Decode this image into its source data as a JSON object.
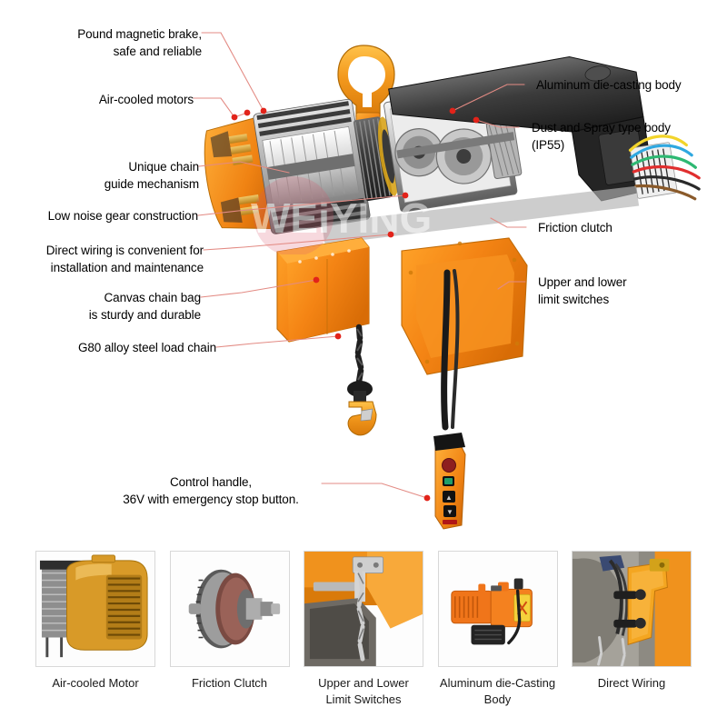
{
  "page": {
    "title": "Electric Chain Hoist Feature Diagram",
    "background_color": "#ffffff",
    "leader_line_color": "#e38b84",
    "dot_color": "#e2231a",
    "accent_orange": "#f0921d",
    "accent_yellow": "#f5b014",
    "body_orange": "#f07c12"
  },
  "watermark": {
    "text": "WEiYING",
    "text_color": "#ffffff",
    "circle_color": "#d94a5c"
  },
  "callouts": {
    "left": [
      {
        "id": "pound-magnetic-brake",
        "text": "Pound magnetic brake,\nsafe and reliable"
      },
      {
        "id": "air-cooled-motors",
        "text": "Air-cooled motors"
      },
      {
        "id": "unique-chain-guide",
        "text": "Unique chain\nguide mechanism"
      },
      {
        "id": "low-noise-gear",
        "text": "Low noise gear construction"
      },
      {
        "id": "direct-wiring",
        "text": "Direct wiring is convenient for\ninstallation and maintenance"
      },
      {
        "id": "canvas-chain-bag",
        "text": "Canvas chain bag\nis sturdy and durable"
      },
      {
        "id": "g80-load-chain",
        "text": "G80 alloy steel load chain"
      }
    ],
    "right": [
      {
        "id": "aluminum-die-casting-body",
        "text": "Aluminum die-casting body"
      },
      {
        "id": "dust-spray-type-body",
        "text": "Dust and Spray type body\n (IP55)"
      },
      {
        "id": "friction-clutch",
        "text": "Friction clutch"
      },
      {
        "id": "upper-lower-limit-switches",
        "text": "Upper and lower\nlimit switches"
      }
    ],
    "bottom": [
      {
        "id": "control-handle",
        "text": "Control handle,\n36V with emergency stop button."
      }
    ]
  },
  "thumbnails": [
    {
      "id": "air-cooled-motor",
      "caption": "Air-cooled Motor"
    },
    {
      "id": "friction-clutch",
      "caption": "Friction Clutch"
    },
    {
      "id": "upper-lower-limit",
      "caption": "Upper and Lower\nLimit Switches"
    },
    {
      "id": "aluminum-die-casting",
      "caption": "Aluminum die-Casting\nBody"
    },
    {
      "id": "direct-wiring",
      "caption": "Direct Wiring"
    }
  ]
}
